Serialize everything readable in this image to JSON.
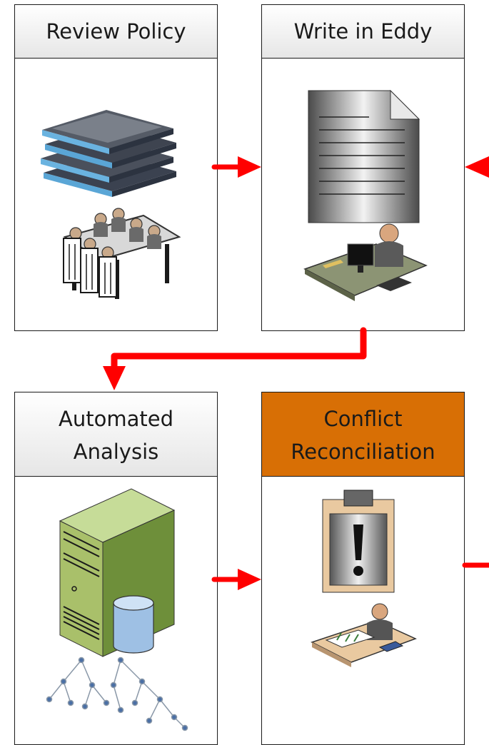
{
  "steps": [
    {
      "title": "Review Policy",
      "illustration": "policy-binders-and-meeting-icon"
    },
    {
      "title": "Write in Eddy",
      "illustration": "document-and-desk-worker-icon"
    },
    {
      "title": "Automated\nAnalysis",
      "illustration": "server-database-tree-icon"
    },
    {
      "title": "Conflict\nReconciliation",
      "illustration": "clipboard-warning-and-reviewer-icon",
      "highlight_color": "#d86f05"
    }
  ],
  "colors": {
    "arrow": "#ff0000",
    "highlight": "#d86f05",
    "border": "#1a1a1a"
  }
}
